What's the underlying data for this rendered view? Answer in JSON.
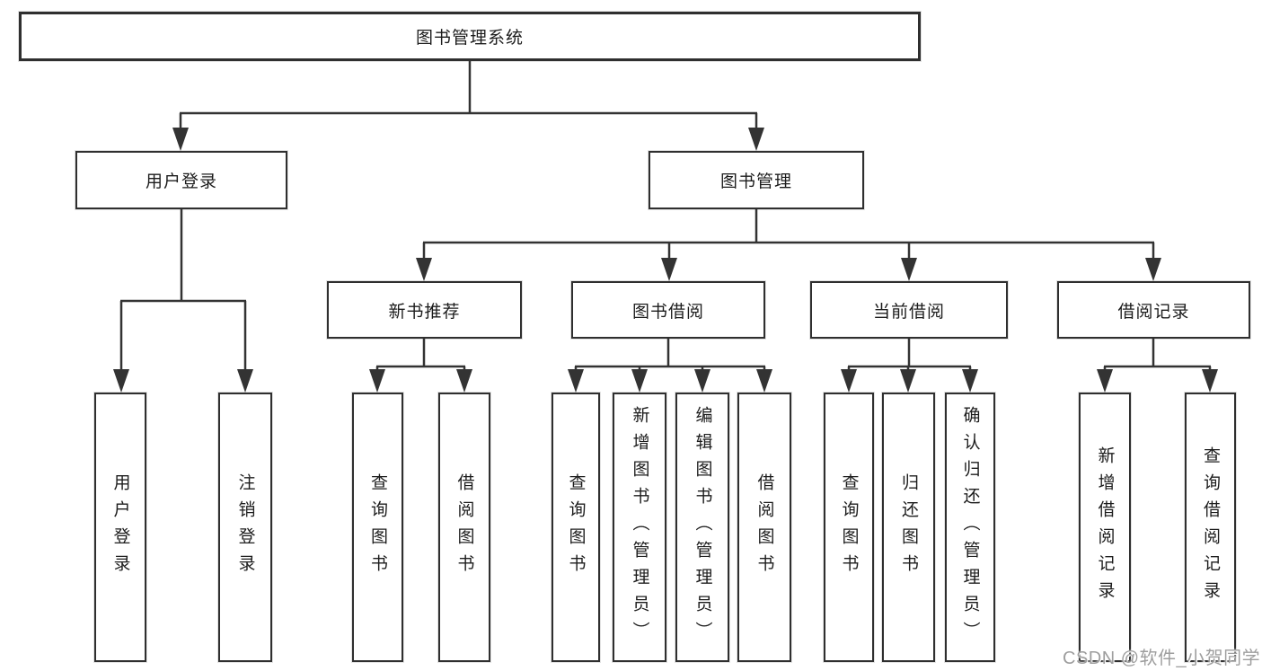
{
  "diagram": {
    "root": {
      "label": "图书管理系统"
    },
    "branches": {
      "user_login": {
        "label": "用户登录",
        "children": [
          "用户登录",
          "注销登录"
        ]
      },
      "book_management": {
        "label": "图书管理",
        "sections": {
          "new_books": {
            "label": "新书推荐",
            "children": [
              "查询图书",
              "借阅图书"
            ]
          },
          "borrowing": {
            "label": "图书借阅",
            "children": [
              "查询图书",
              "新增图书（管理员）",
              "编辑图书（管理员）",
              "借阅图书"
            ]
          },
          "current": {
            "label": "当前借阅",
            "children": [
              "查询图书",
              "归还图书",
              "确认归还（管理员）"
            ]
          },
          "records": {
            "label": "借阅记录",
            "children": [
              "新增借阅记录",
              "查询借阅记录"
            ]
          }
        }
      }
    }
  },
  "watermark": {
    "text": "CSDN @软件_小贺同学"
  },
  "colors": {
    "line": "#333333",
    "border": "#2f2f2f",
    "text": "#1c1c1c",
    "background": "#ffffff",
    "watermark": "#9e9e9e"
  }
}
